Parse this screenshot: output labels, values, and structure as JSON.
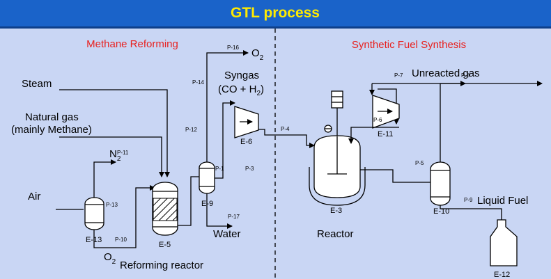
{
  "title": "GTL process",
  "colors": {
    "title_bar": "#1a63c9",
    "title_text": "#ffea00",
    "background": "#c9d6f4",
    "section_label": "#e8211f"
  },
  "sections": {
    "left": "Methane Reforming",
    "right": "Synthetic Fuel Synthesis"
  },
  "labels": {
    "steam": "Steam",
    "natural_gas_1": "Natural gas",
    "natural_gas_2": "(mainly Methane)",
    "air": "Air",
    "o2_top": "O",
    "o2_top_sub": "2",
    "n2": "N",
    "n2_sub": "2",
    "o2_bottom": "O",
    "o2_bottom_sub": "2",
    "syngas_1": "Syngas",
    "syngas_2a": "(CO + H",
    "syngas_2_sub": "2",
    "syngas_2b": ")",
    "water": "Water",
    "reforming_reactor": "Reforming reactor",
    "reactor": "Reactor",
    "unreacted_gas": "Unreacted gas",
    "liquid_fuel": "Liquid Fuel"
  },
  "equipment": {
    "e13": "E-13",
    "e5": "E-5",
    "e9": "E-9",
    "e6": "E-6",
    "e3": "E-3",
    "e11": "E-11",
    "e10": "E-10",
    "e12": "E-12"
  },
  "streams": {
    "p16": "P-16",
    "p14": "P-14",
    "p12": "P-12",
    "p11": "P-11",
    "p13": "P-13",
    "p10": "P-10",
    "p1": "P-1",
    "p3": "P-3",
    "p17": "P-17",
    "p4": "P-4",
    "p7": "P-7",
    "p8": "P-8",
    "p6": "P-6",
    "p5": "P-5",
    "p9": "P-9"
  }
}
